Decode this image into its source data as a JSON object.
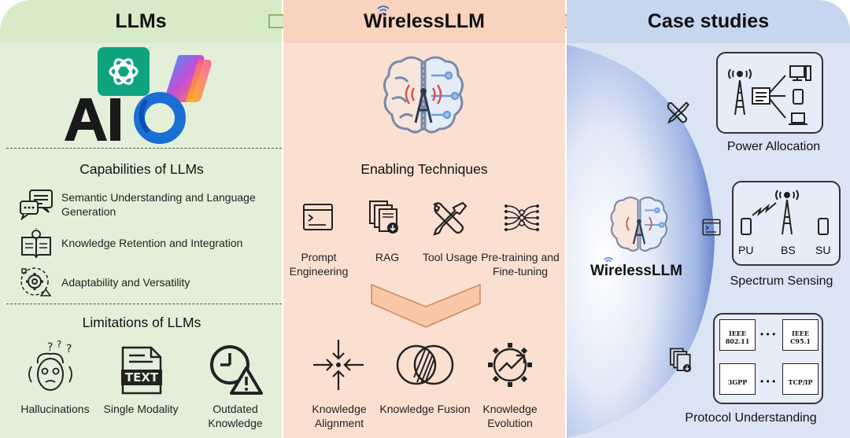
{
  "columns": {
    "llms": {
      "title": "LLMs",
      "capabilities_title": "Capabilities of LLMs",
      "capabilities": [
        "Semantic Understanding and Language Generation",
        "Knowledge Retention and Integration",
        "Adaptability and Versatility"
      ],
      "limitations_title": "Limitations of LLMs",
      "limitations": [
        "Hallucinations",
        "Single Modality",
        "Outdated Knowledge"
      ],
      "logo_text": "AI",
      "text_icon_label": "TEXT"
    },
    "wireless": {
      "title": "WirelessLLM",
      "techniques_title": "Enabling Techniques",
      "techniques": [
        "Prompt Engineering",
        "RAG",
        "Tool Usage",
        "Pre-training and Fine-tuning"
      ],
      "outcomes": [
        "Knowledge Alignment",
        "Knowledge Fusion",
        "Knowledge Evolution"
      ]
    },
    "cases": {
      "title": "Case studies",
      "center_label": "WirelessLLM",
      "studies": {
        "power": "Power Allocation",
        "spectrum": "Spectrum Sensing",
        "protocol": "Protocol Understanding"
      },
      "spectrum_labels": [
        "PU",
        "BS",
        "SU"
      ],
      "protocol_docs": [
        "IEEE 802.11",
        "IEEE C95.1",
        "3GPP",
        "TCP/IP"
      ],
      "ellipsis": "• • •"
    }
  },
  "colors": {
    "llms_bg": "#e3efd9",
    "wireless_bg": "#fbe0d2",
    "cases_bg": "#dbe4f4",
    "accent_blue": "#2f66c9",
    "accent_orange": "#f4b183"
  }
}
